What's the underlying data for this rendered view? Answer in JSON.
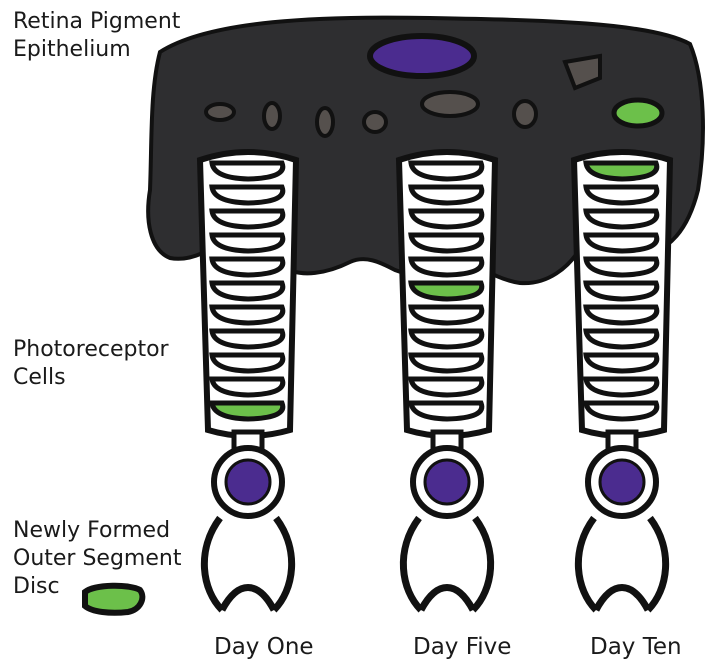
{
  "labels": {
    "rpe_line1": "Retina Pigment",
    "rpe_line2": "Epithelium",
    "photo_line1": "Photoreceptor",
    "photo_line2": "Cells",
    "disc_line1": "Newly Formed",
    "disc_line2": "Outer Segment",
    "disc_line3": "Disc"
  },
  "days": [
    "Day One",
    "Day Five",
    "Day Ten"
  ],
  "colors": {
    "rpe": "#2e2e30",
    "outline": "#111111",
    "nucleus": "#4b2c8f",
    "disc_new": "#6cc04a",
    "granule": "#55504d"
  },
  "icons": {
    "legend_disc": "green-disc-icon"
  }
}
